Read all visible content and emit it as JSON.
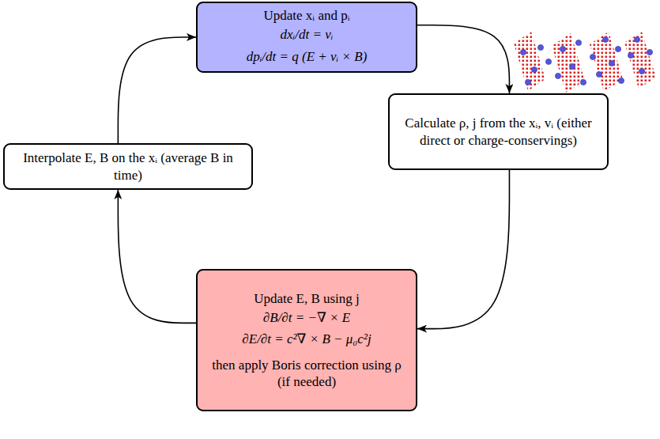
{
  "diagram": {
    "nodes": [
      {
        "text": [
          "Update xᵢ and pᵢ",
          "dxᵢ/dt = vᵢ",
          "dpᵢ/dt = q (E + vᵢ × B)"
        ]
      },
      {
        "text": [
          "Calculate ρ, j from the xᵢ, vᵢ (either direct or charge-conservings)"
        ]
      },
      {
        "text": [
          "Interpolate E, B on the xᵢ (average B in time)"
        ]
      },
      {
        "text": [
          "Update E, B using j",
          "∂B/∂t = −∇ × E",
          "∂E/∂t = c²∇ × B − μ₀c²j",
          "then apply Boris correction using ρ (if needed)"
        ]
      }
    ],
    "edges": [
      {
        "from": 0,
        "to": 1,
        "arrow": "to"
      },
      {
        "from": 1,
        "to": 3,
        "arrow": "to"
      },
      {
        "from": 3,
        "to": 2,
        "arrow": "to"
      },
      {
        "from": 2,
        "to": 0,
        "arrow": "to"
      }
    ]
  }
}
